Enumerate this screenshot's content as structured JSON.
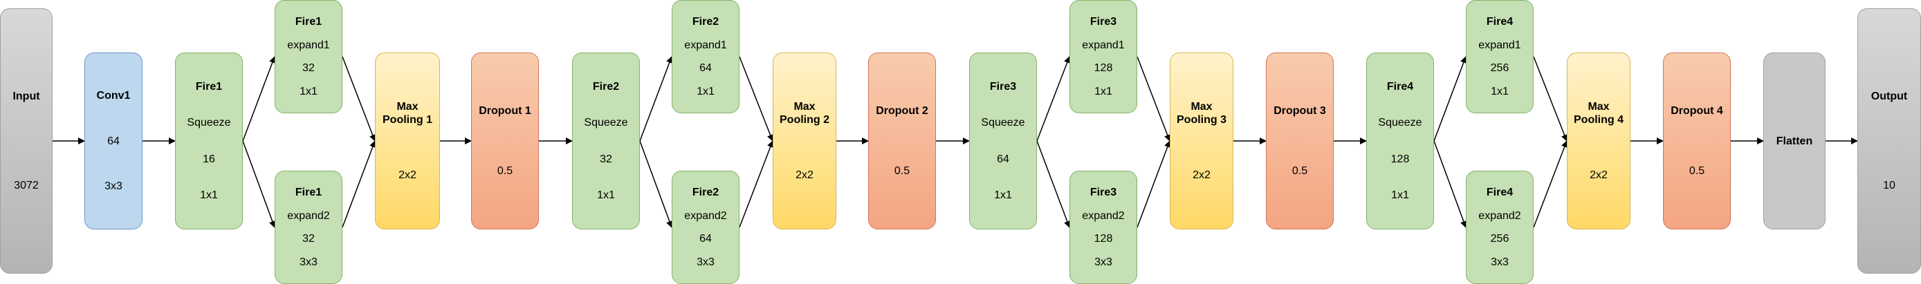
{
  "nodes": {
    "input": {
      "title": "Input",
      "lines": [
        "3072"
      ]
    },
    "conv1": {
      "title": "Conv1",
      "lines": [
        "64",
        "3x3"
      ]
    },
    "fire1_sq": {
      "title": "Fire1",
      "lines": [
        "Squeeze",
        "16",
        "1x1"
      ]
    },
    "fire1_e1": {
      "title": "Fire1",
      "lines": [
        "expand1",
        "32",
        "1x1"
      ]
    },
    "fire1_e2": {
      "title": "Fire1",
      "lines": [
        "expand2",
        "32",
        "3x3"
      ]
    },
    "pool1": {
      "title": "Max Pooling 1",
      "lines": [
        "2x2"
      ]
    },
    "drop1": {
      "title": "Dropout 1",
      "lines": [
        "0.5"
      ]
    },
    "fire2_sq": {
      "title": "Fire2",
      "lines": [
        "Squeeze",
        "32",
        "1x1"
      ]
    },
    "fire2_e1": {
      "title": "Fire2",
      "lines": [
        "expand1",
        "64",
        "1x1"
      ]
    },
    "fire2_e2": {
      "title": "Fire2",
      "lines": [
        "expand2",
        "64",
        "3x3"
      ]
    },
    "pool2": {
      "title": "Max Pooling 2",
      "lines": [
        "2x2"
      ]
    },
    "drop2": {
      "title": "Dropout 2",
      "lines": [
        "0.5"
      ]
    },
    "fire3_sq": {
      "title": "Fire3",
      "lines": [
        "Squeeze",
        "64",
        "1x1"
      ]
    },
    "fire3_e1": {
      "title": "Fire3",
      "lines": [
        "expand1",
        "128",
        "1x1"
      ]
    },
    "fire3_e2": {
      "title": "Fire3",
      "lines": [
        "expand2",
        "128",
        "3x3"
      ]
    },
    "pool3": {
      "title": "Max Pooling 3",
      "lines": [
        "2x2"
      ]
    },
    "drop3": {
      "title": "Dropout 3",
      "lines": [
        "0.5"
      ]
    },
    "fire4_sq": {
      "title": "Fire4",
      "lines": [
        "Squeeze",
        "128",
        "1x1"
      ]
    },
    "fire4_e1": {
      "title": "Fire4",
      "lines": [
        "expand1",
        "256",
        "1x1"
      ]
    },
    "fire4_e2": {
      "title": "Fire4",
      "lines": [
        "expand2",
        "256",
        "3x3"
      ]
    },
    "pool4": {
      "title": "Max Pooling 4",
      "lines": [
        "2x2"
      ]
    },
    "drop4": {
      "title": "Dropout 4",
      "lines": [
        "0.5"
      ]
    },
    "flatten": {
      "title": "Flatten",
      "lines": []
    },
    "output": {
      "title": "Output",
      "lines": [
        "10"
      ]
    }
  },
  "edges": [
    [
      "input",
      "conv1"
    ],
    [
      "conv1",
      "fire1_sq"
    ],
    [
      "fire1_sq",
      "fire1_e1"
    ],
    [
      "fire1_sq",
      "fire1_e2"
    ],
    [
      "fire1_e1",
      "pool1"
    ],
    [
      "fire1_e2",
      "pool1"
    ],
    [
      "pool1",
      "drop1"
    ],
    [
      "drop1",
      "fire2_sq"
    ],
    [
      "fire2_sq",
      "fire2_e1"
    ],
    [
      "fire2_sq",
      "fire2_e2"
    ],
    [
      "fire2_e1",
      "pool2"
    ],
    [
      "fire2_e2",
      "pool2"
    ],
    [
      "pool2",
      "drop2"
    ],
    [
      "drop2",
      "fire3_sq"
    ],
    [
      "fire3_sq",
      "fire3_e1"
    ],
    [
      "fire3_sq",
      "fire3_e2"
    ],
    [
      "fire3_e1",
      "pool3"
    ],
    [
      "fire3_e2",
      "pool3"
    ],
    [
      "pool3",
      "drop3"
    ],
    [
      "drop3",
      "fire4_sq"
    ],
    [
      "fire4_sq",
      "fire4_e1"
    ],
    [
      "fire4_sq",
      "fire4_e2"
    ],
    [
      "fire4_e1",
      "pool4"
    ],
    [
      "fire4_e2",
      "pool4"
    ],
    [
      "pool4",
      "drop4"
    ],
    [
      "drop4",
      "flatten"
    ],
    [
      "flatten",
      "output"
    ]
  ]
}
